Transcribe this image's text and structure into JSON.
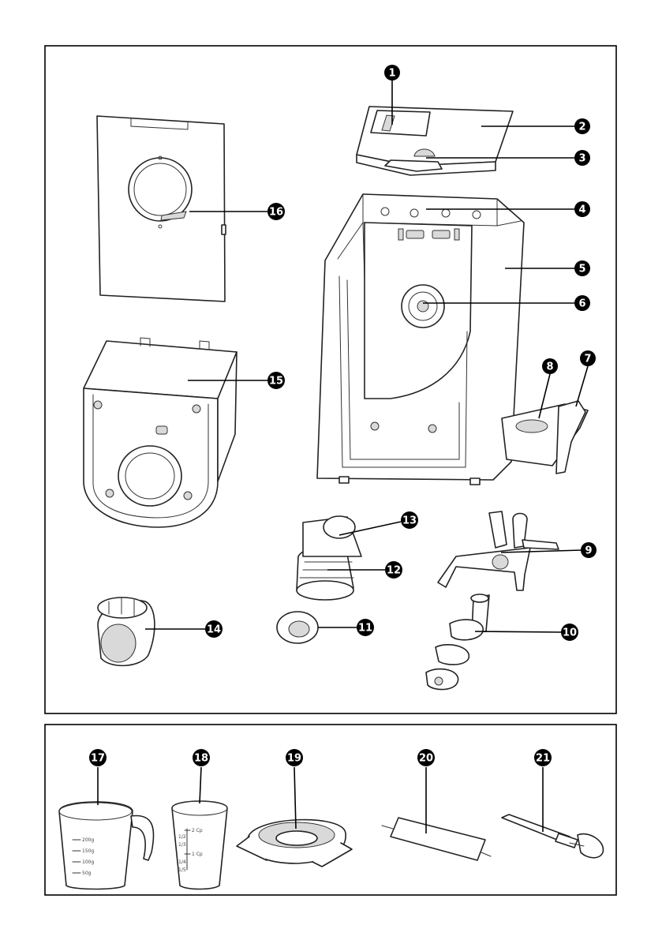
{
  "callouts": [
    {
      "n": "1"
    },
    {
      "n": "2"
    },
    {
      "n": "3"
    },
    {
      "n": "4"
    },
    {
      "n": "5"
    },
    {
      "n": "6"
    },
    {
      "n": "7"
    },
    {
      "n": "8"
    },
    {
      "n": "9"
    },
    {
      "n": "10"
    },
    {
      "n": "11"
    },
    {
      "n": "12"
    },
    {
      "n": "13"
    },
    {
      "n": "14"
    },
    {
      "n": "15"
    },
    {
      "n": "16"
    },
    {
      "n": "17"
    },
    {
      "n": "18"
    },
    {
      "n": "19"
    },
    {
      "n": "20"
    },
    {
      "n": "21"
    }
  ],
  "jug_scale": [
    "200g",
    "150g",
    "100g",
    "50g"
  ],
  "cup_scale": {
    "top": "2 Cp",
    "mid": "1 Cp",
    "small": [
      "1/2",
      "1/3",
      "1/4",
      "1/5"
    ]
  },
  "colors": {
    "badge": "#000000",
    "line": "#222222",
    "accent_fill": "#d9d9d9"
  }
}
